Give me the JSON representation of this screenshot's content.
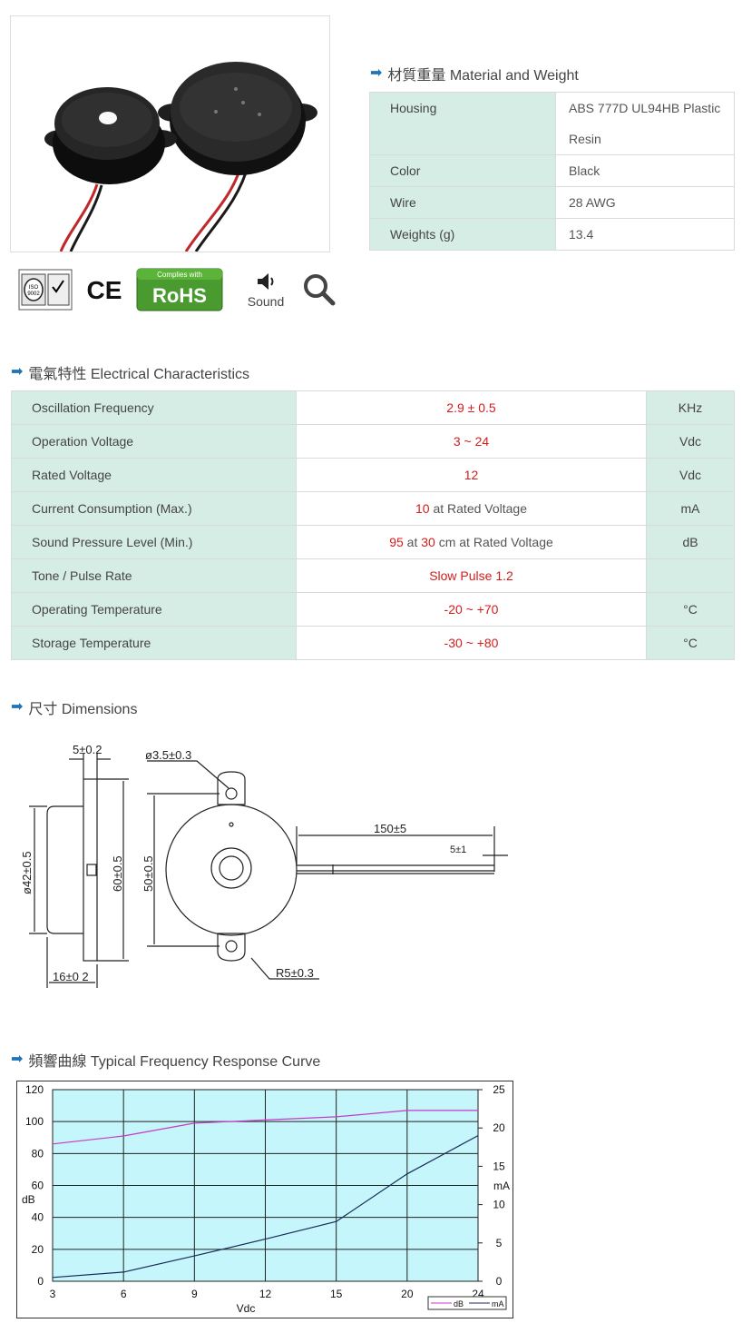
{
  "material_section": {
    "title": "材質重量 Material and Weight",
    "rows": [
      {
        "label": "Housing",
        "value": "ABS 777D UL94HB Plastic Resin"
      },
      {
        "label": "Color",
        "value": "Black"
      },
      {
        "label": "Wire",
        "value": "28 AWG"
      },
      {
        "label": "Weights (g)",
        "value": "13.4"
      }
    ]
  },
  "icons": {
    "iso_text": "ISO 9002",
    "ce_text": "CE",
    "rohs_top": "Complies with",
    "rohs_main": "RoHS",
    "sound_label": "Sound"
  },
  "electrical_section": {
    "title": "電氣特性 Electrical Characteristics",
    "rows": [
      {
        "label": "Oscillation Frequency",
        "value_red": "2.9 ± 0.5",
        "unit": "KHz"
      },
      {
        "label": "Operation Voltage",
        "value_red": "3 ~ 24",
        "unit": "Vdc"
      },
      {
        "label": "Rated Voltage",
        "value_red": "12",
        "unit": "Vdc"
      },
      {
        "label": "Current Consumption (Max.)",
        "value_red": "10",
        "value_rest": " at Rated Voltage",
        "unit": "mA"
      },
      {
        "label": "Sound Pressure Level (Min.)",
        "value_red": "95",
        "value_mid": " at ",
        "value_red2": "30",
        "value_rest": " cm at Rated Voltage",
        "unit": "dB"
      },
      {
        "label": "Tone / Pulse Rate",
        "value_red": "Slow Pulse 1.2",
        "unit": ""
      },
      {
        "label": "Operating Temperature",
        "value_red": "-20 ~ +70",
        "unit": "°C"
      },
      {
        "label": "Storage Temperature",
        "value_red": "-30 ~ +80",
        "unit": "°C"
      }
    ]
  },
  "dimensions_section": {
    "title": "尺寸 Dimensions",
    "labels": {
      "thickness": "5±0.2",
      "hole": "ø3.5±0.3",
      "wire_len": "150±5",
      "strip": "5±1",
      "body_dia": "ø42±0.5",
      "flange": "60±0.5",
      "mount": "50±0.5",
      "height": "16±0 2",
      "radius": "R5±0.3"
    }
  },
  "curve_section": {
    "title": "頻響曲線 Typical Frequency Response Curve"
  },
  "chart_data": {
    "type": "line",
    "xlabel": "Vdc",
    "x_ticks": [
      3,
      6,
      9,
      12,
      15,
      20,
      24
    ],
    "y_left": {
      "label": "dB",
      "ticks": [
        0,
        20,
        40,
        60,
        80,
        100,
        120
      ],
      "range": [
        0,
        120
      ]
    },
    "y_right": {
      "label": "mA",
      "ticks": [
        0,
        5,
        10,
        15,
        20,
        25
      ],
      "range": [
        0,
        25
      ]
    },
    "grid": true,
    "legend_placement": "bottom-right",
    "colors": {
      "plot_bg": "#c4f6fb",
      "dB": "#c839c8",
      "mA": "#1b2a5a"
    },
    "series": [
      {
        "name": "dB",
        "axis": "left",
        "points": [
          [
            3,
            86
          ],
          [
            6,
            91
          ],
          [
            9,
            99
          ],
          [
            12,
            101
          ],
          [
            15,
            103
          ],
          [
            20,
            107
          ],
          [
            24,
            107
          ]
        ]
      },
      {
        "name": "mA",
        "axis": "right",
        "points": [
          [
            3,
            0.5
          ],
          [
            6,
            1.2
          ],
          [
            9,
            3.3
          ],
          [
            12,
            5.5
          ],
          [
            15,
            7.8
          ],
          [
            20,
            14
          ],
          [
            24,
            19
          ]
        ]
      }
    ]
  }
}
